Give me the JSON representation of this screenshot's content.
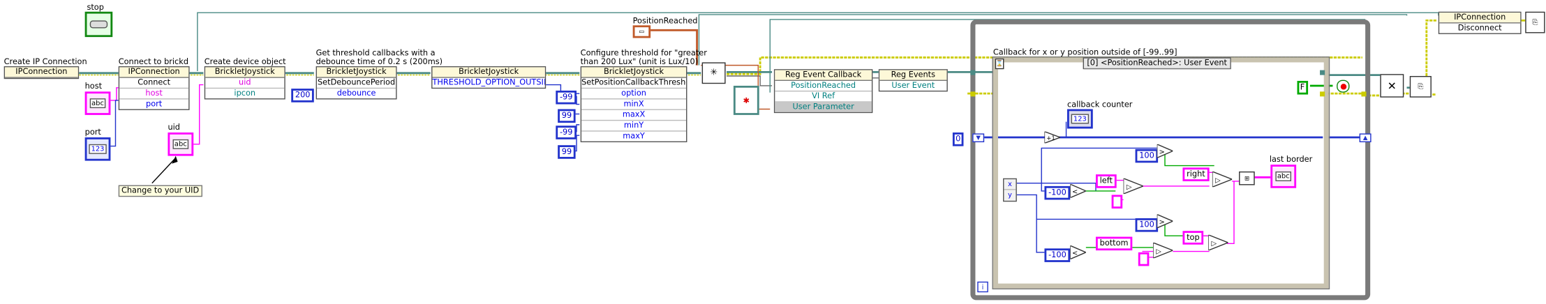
{
  "labels": {
    "stop": "stop",
    "create_ip": "Create IP Connection",
    "connect": "Connect to brickd",
    "create_device": "Create device object",
    "get_threshold": "Get threshold callbacks with a",
    "get_threshold2": "debounce time of 0.2 s (200ms)",
    "configure": "Configure threshold for \"greater",
    "configure2": "than 200 Lux\" (unit is Lux/10)",
    "position_reached": "PositionReached",
    "host": "host",
    "port": "port",
    "uid": "uid",
    "change_uid": "Change to your UID",
    "callback_counter": "callback counter",
    "last_border": "last border",
    "event_title": "Callback for x or y position outside of [-99..99]",
    "event_case": "[0] <PositionReached>: User Event"
  },
  "nodes": {
    "ipcon": {
      "title": "IPConnection"
    },
    "connect": {
      "title": "IPConnection",
      "rows": [
        "Connect",
        "host",
        "port"
      ]
    },
    "joystick_create": {
      "title": "BrickletJoystick",
      "rows": [
        "uid",
        "ipcon"
      ]
    },
    "debounce": {
      "title": "BrickletJoystick",
      "rows": [
        "SetDebouncePeriod",
        "debounce"
      ]
    },
    "enum": {
      "title": "BrickletJoystick",
      "rows": [
        "THRESHOLD_OPTION_OUTSIDE"
      ]
    },
    "threshold": {
      "title": "BrickletJoystick",
      "rows": [
        "SetPositionCallbackThreshold",
        "option",
        "minX",
        "maxX",
        "minY",
        "maxY"
      ]
    },
    "reg_callback": {
      "title": "Reg Event Callback",
      "rows": [
        "PositionReached",
        "VI Ref",
        "User Parameter"
      ]
    },
    "reg_events": {
      "title": "Reg Events",
      "rows": [
        "User Event"
      ]
    },
    "disconnect": {
      "title": "IPConnection",
      "rows": [
        "Disconnect"
      ]
    }
  },
  "constants": {
    "debounce": "200",
    "min_x": "-99",
    "max_x": "99",
    "min_y": "-99",
    "max_y": "99",
    "counter_init": "0",
    "thr_100_a": "100",
    "thr_neg100_a": "-100",
    "thr_100_b": "100",
    "thr_neg100_b": "-100",
    "str_left": "left",
    "str_right": "right",
    "str_bottom": "bottom",
    "str_top": "top",
    "bool_f": "F",
    "cluster_x": "x",
    "cluster_y": "y",
    "loop_i": "i",
    "ctl_str": "abc",
    "ctl_num": "123"
  },
  "colors": {
    "int_wire": "#2233cc",
    "string_wire": "#ff00ff",
    "refnum_wire": "#008080",
    "error_wire": "#cccc00",
    "event_wire": "#4a8a84",
    "frame": "#7a7a7a"
  }
}
